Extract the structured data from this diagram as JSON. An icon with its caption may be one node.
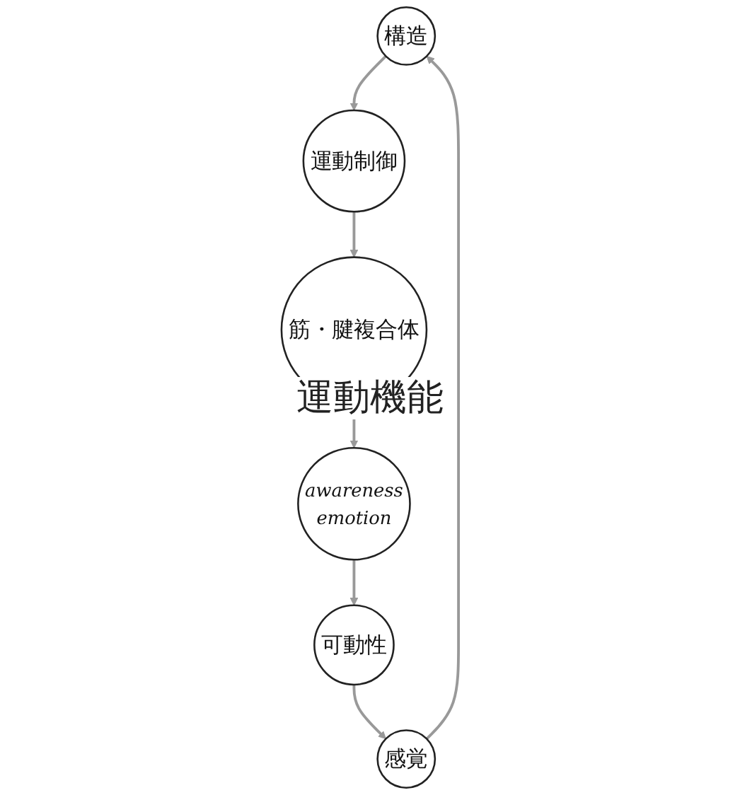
{
  "diagram": {
    "nodes": [
      {
        "text": [
          "構造"
        ]
      },
      {
        "text": [
          "感覚"
        ]
      },
      {
        "text": [
          "運動制御"
        ]
      },
      {
        "text": [
          "可動性"
        ]
      },
      {
        "text": [
          "筋・腱複合体"
        ]
      },
      {
        "text": [
          "awareness",
          "emotion"
        ]
      }
    ],
    "edges": [
      {
        "from": 0,
        "to": 2,
        "arrow": "to"
      },
      {
        "from": 2,
        "to": 4,
        "arrow": "to"
      },
      {
        "from": 4,
        "to": 5,
        "arrow": "to"
      },
      {
        "from": 5,
        "to": 3,
        "arrow": "to"
      },
      {
        "from": 3,
        "to": 1,
        "arrow": "to"
      },
      {
        "from": 1,
        "to": 0,
        "arrow": "to"
      }
    ],
    "labels": [
      "運動機能"
    ]
  }
}
